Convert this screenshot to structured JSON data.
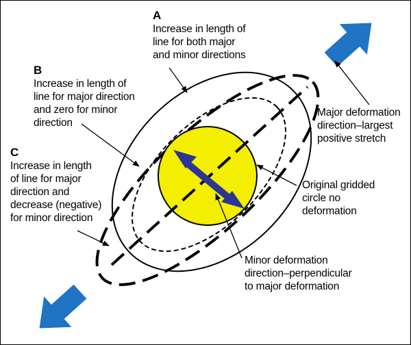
{
  "colors": {
    "arrow_blue": "#1f74c4",
    "double_arrow": "#2b3593",
    "circle_fill": "#f4ee00",
    "outline": "#000000",
    "background": "#ffffff"
  },
  "labels": {
    "A": {
      "letter": "A",
      "lines": [
        "Increase in length of",
        "line for both major",
        "and minor directions"
      ]
    },
    "B": {
      "letter": "B",
      "lines": [
        "Increase in length of",
        "line for major direction",
        "and zero for minor",
        "direction"
      ]
    },
    "C": {
      "letter": "C",
      "lines": [
        "Increase in length",
        "of line for major",
        "direction and",
        "decrease (negative)",
        "for minor direction"
      ]
    },
    "major": {
      "lines": [
        "Major deformation",
        "direction–largest",
        "positive stretch"
      ]
    },
    "original": {
      "lines": [
        "Original gridded",
        "circle no",
        "deformation"
      ]
    },
    "minor": {
      "lines": [
        "Minor deformation",
        "direction–perpendicular",
        "to major deformation"
      ]
    }
  }
}
